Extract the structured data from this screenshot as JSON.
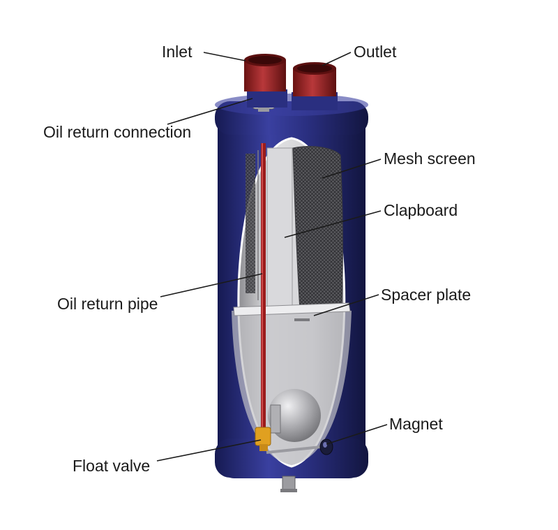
{
  "labels": {
    "inlet": "Inlet",
    "outlet": "Outlet",
    "oil_return_connection": "Oil return connection",
    "mesh_screen": "Mesh screen",
    "clapboard": "Clapboard",
    "oil_return_pipe": "Oil return pipe",
    "spacer_plate": "Spacer plate",
    "magnet": "Magnet",
    "float_valve": "Float valve"
  },
  "colors": {
    "shell": "#2a2f80",
    "shell_dark": "#161a52",
    "shell_light": "#4a50a6",
    "pipe_cap": "#8c1e1e",
    "pipe_cap_light": "#b8383a",
    "oil_pipe": "#9a1c1c",
    "interior": "#c9c9cc",
    "float_ball": "#a9a9ad",
    "brass": "#e0a020"
  }
}
